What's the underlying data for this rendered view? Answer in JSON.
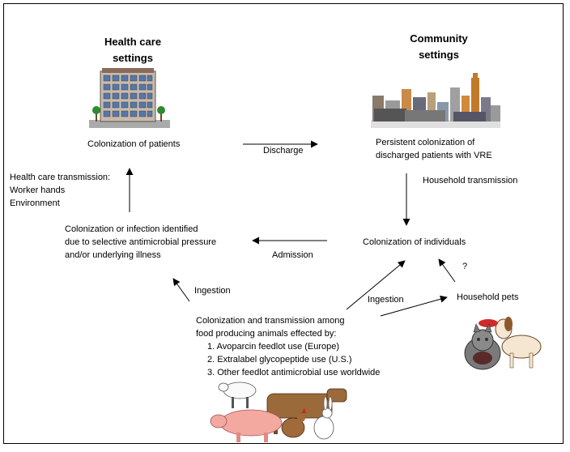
{
  "headings": {
    "health_care": "Health care settings",
    "community": "Community settings"
  },
  "nodes": {
    "colonization_patients": "Colonization of patients",
    "persistent": [
      "Persistent colonization of",
      "discharged patients with VRE"
    ],
    "individuals": "Colonization of individuals",
    "infection_identified": [
      "Colonization or infection identified",
      "due to selective antimicrobial pressure",
      "and/or underlying illness"
    ],
    "health_care_transmission": [
      "Health care transmission:",
      "Worker hands",
      "Environment"
    ],
    "household_pets": "Household pets",
    "food_animals": [
      "Colonization and transmission among",
      "food producing animals effected by:"
    ],
    "food_list": [
      "1. Avoparcin feedlot use (Europe)",
      "2. Extralabel glycopeptide use (U.S.)",
      "3. Other feedlot antimicrobial use worldwide"
    ]
  },
  "edges": {
    "discharge": "Discharge",
    "household_transmission": "Household transmission",
    "admission": "Admission",
    "ingestion_left": "Ingestion",
    "ingestion_right": "Ingestion",
    "question": "?"
  }
}
